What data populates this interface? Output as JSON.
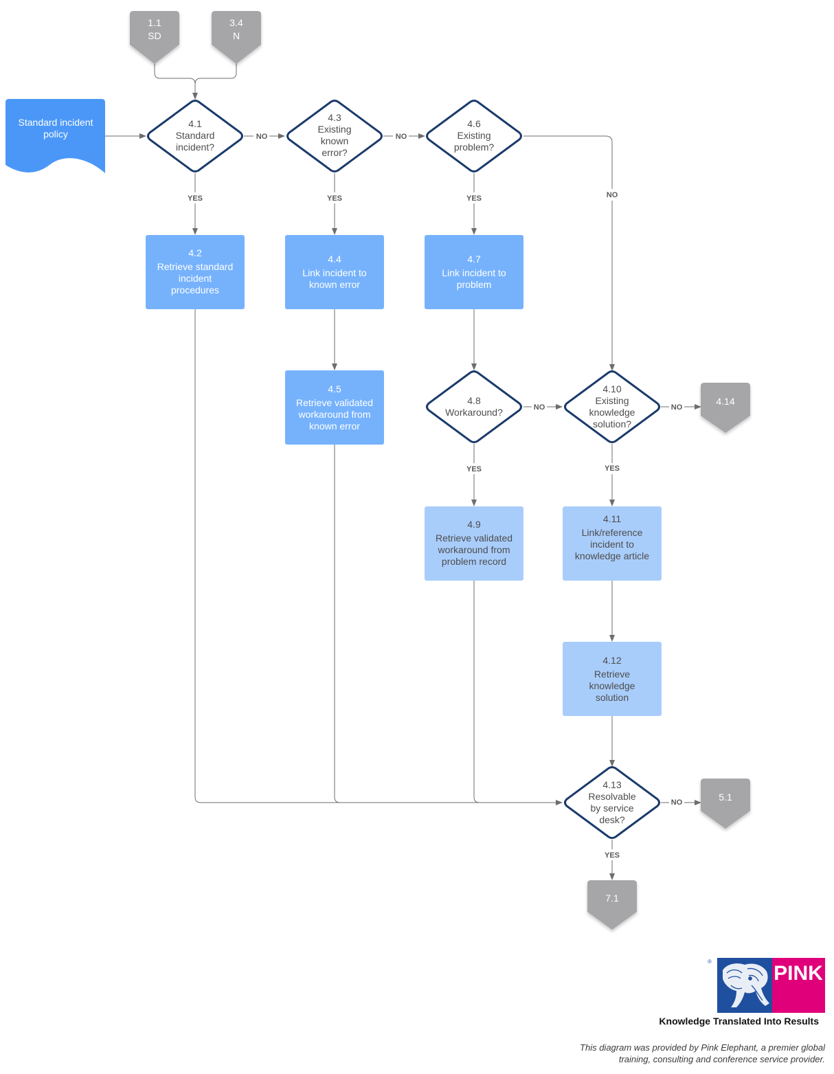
{
  "colors": {
    "process_box": "#76b2fc",
    "process_box_light": "#a9cdfb",
    "policy_doc": "#4a97f7",
    "decision_border": "#1b3a6b",
    "connector": "#a6a6a8",
    "line": "#6d6d6d",
    "brand_blue": "#1f4f9f",
    "brand_pink": "#e0007a"
  },
  "connectors": {
    "c11": {
      "num": "1.1",
      "sub": "SD"
    },
    "c34": {
      "num": "3.4",
      "sub": "N"
    },
    "c414": {
      "num": "4.14"
    },
    "c51": {
      "num": "5.1"
    },
    "c71": {
      "num": "7.1"
    }
  },
  "policy": {
    "line1": "Standard incident",
    "line2": "policy"
  },
  "decisions": {
    "d41": {
      "num": "4.1",
      "line1": "Standard",
      "line2": "incident?"
    },
    "d43": {
      "num": "4.3",
      "line1": "Existing",
      "line2": "known",
      "line3": "error?"
    },
    "d46": {
      "num": "4.6",
      "line1": "Existing",
      "line2": "problem?"
    },
    "d48": {
      "num": "4.8",
      "line1": "Workaround?"
    },
    "d410": {
      "num": "4.10",
      "line1": "Existing",
      "line2": "knowledge",
      "line3": "solution?"
    },
    "d413": {
      "num": "4.13",
      "line1": "Resolvable",
      "line2": "by service",
      "line3": "desk?"
    }
  },
  "processes": {
    "p42": {
      "num": "4.2",
      "line1": "Retrieve standard",
      "line2": "incident",
      "line3": "procedures"
    },
    "p44": {
      "num": "4.4",
      "line1": "Link incident to",
      "line2": "known error"
    },
    "p45": {
      "num": "4.5",
      "line1": "Retrieve validated",
      "line2": "workaround from",
      "line3": "known error"
    },
    "p47": {
      "num": "4.7",
      "line1": "Link incident to",
      "line2": "problem"
    },
    "p49": {
      "num": "4.9",
      "line1": "Retrieve validated",
      "line2": "workaround from",
      "line3": "problem record"
    },
    "p411": {
      "num": "4.11",
      "line1": "Link/reference",
      "line2": "incident to",
      "line3": "knowledge article"
    },
    "p412": {
      "num": "4.12",
      "line1": "Retrieve",
      "line2": "knowledge",
      "line3": "solution"
    }
  },
  "labels": {
    "yes": "YES",
    "no": "NO"
  },
  "branding": {
    "logo_text": "PINK",
    "registered": "®",
    "tagline": "Knowledge Translated Into Results",
    "credit_line1": "This diagram was provided by Pink Elephant, a premier global",
    "credit_line2": "training, consulting and conference service provider."
  }
}
